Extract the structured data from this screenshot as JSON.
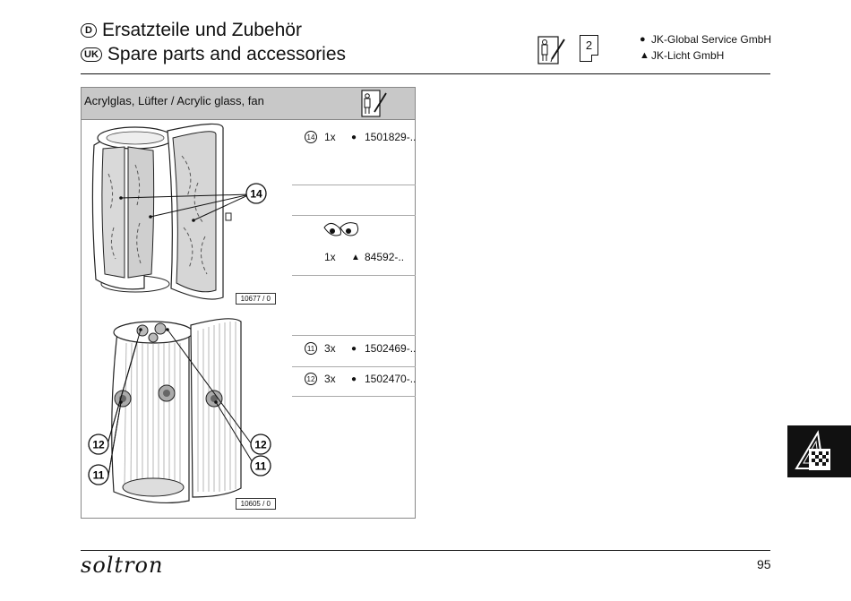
{
  "header": {
    "title_de_badge": "D",
    "title_de": "Ersatzteile und Zubehör",
    "title_uk_badge": "UK",
    "title_uk": "Spare parts and accessories",
    "page_ref": "2",
    "companies": [
      {
        "symbol": "●",
        "name": "JK-Global Service GmbH"
      },
      {
        "symbol": "▲",
        "name": "JK-Licht GmbH"
      }
    ]
  },
  "panel": {
    "title": "Acrylglas, Lüfter / Acrylic glass, fan",
    "figures": [
      {
        "id": "10677 / 0",
        "callouts": [
          "14"
        ]
      },
      {
        "id": "10605 / 0",
        "callouts": [
          "12",
          "12",
          "11",
          "11"
        ]
      }
    ],
    "parts": [
      {
        "ref": "14",
        "qty": "1x",
        "symbol": "●",
        "number": "1501829-.."
      },
      {
        "ref": "",
        "qty": "1x",
        "symbol": "▲",
        "number": "84592-.."
      },
      {
        "ref": "11",
        "qty": "3x",
        "symbol": "●",
        "number": "1502469-.."
      },
      {
        "ref": "12",
        "qty": "3x",
        "symbol": "●",
        "number": "1502470-.."
      }
    ]
  },
  "footer": {
    "brand": "soltron",
    "page_number": "95"
  }
}
